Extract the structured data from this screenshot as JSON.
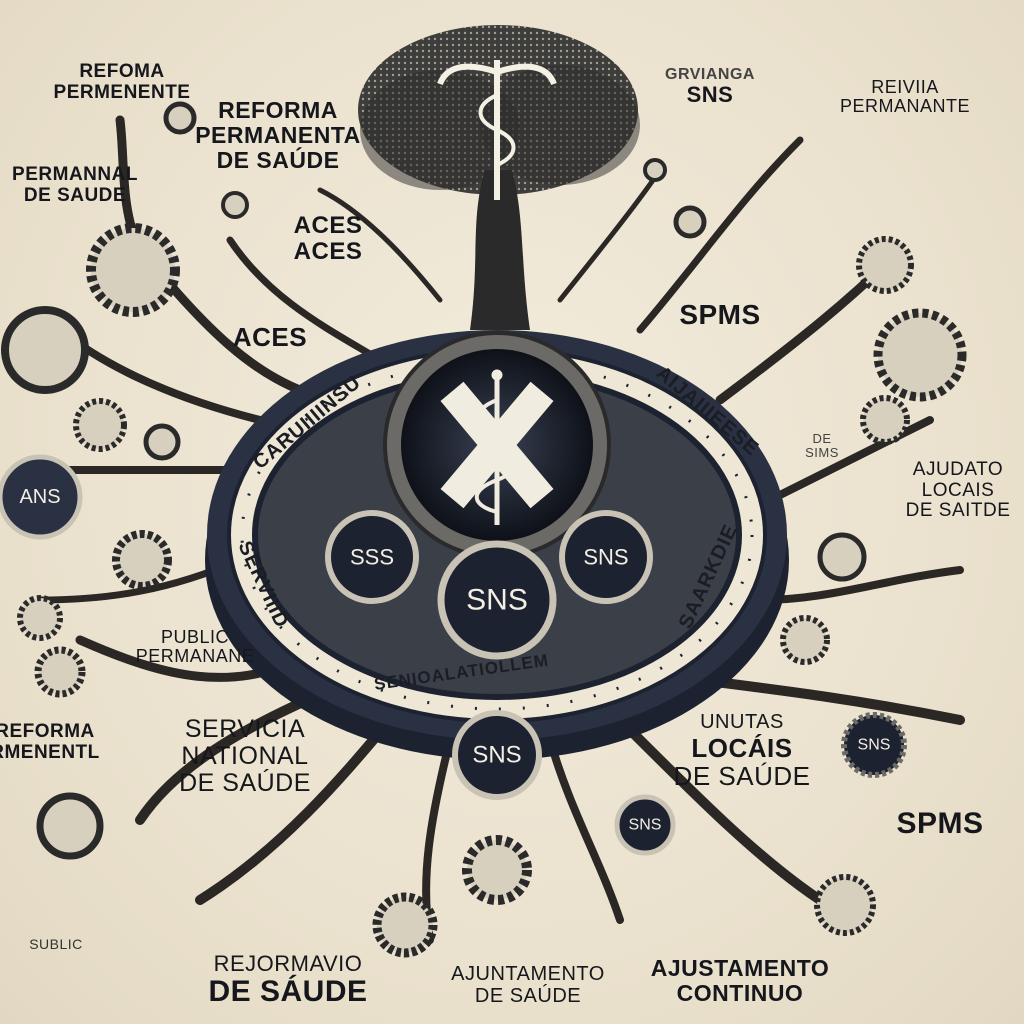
{
  "colors": {
    "background": "#eee6d4",
    "ink": "#15171c",
    "navy": "#1c2230",
    "cream": "#efe7d6"
  },
  "center_emblem": {
    "icon": "caduceus-icon",
    "cross_icon": "cross-icon"
  },
  "ring": {
    "top_left": "CARUIIIINSU",
    "top_right": "AIJAIIIEESE",
    "left": "SERVIIID",
    "right": "SAARKDIE",
    "bottom": "SENIOALATIOLLEM"
  },
  "badges": {
    "center": "SNS",
    "left": "SSS",
    "right": "SNS",
    "below": "SNS",
    "lower_right": "SNS",
    "far_right": "SNS"
  },
  "labels": {
    "refoma_permenente": [
      "REFOMA",
      "PERMENENTE"
    ],
    "reforma_permanenta": [
      "REFORMA",
      "PERMANENTA",
      "DE SAÚDE"
    ],
    "permannal": [
      "PERMANNAL",
      "DE SAUDE"
    ],
    "aces_pair": [
      "ACES",
      "ACES"
    ],
    "aces_single": "ACES",
    "grvianga_sns": [
      "GRVIANGA",
      "SNS"
    ],
    "reivina": [
      "REIVIIA",
      "PERMANANTE"
    ],
    "spms_top": "SPMS",
    "ans": "ANS",
    "de_sims": [
      "DE",
      "SIMS"
    ],
    "ajudato": [
      "AJUDATO",
      "LOCAIS",
      "DE SAITDE"
    ],
    "public_permanane": [
      "PUBLIC",
      "PERMANANE"
    ],
    "reforma_rmenentl": [
      "REFORMA",
      "RMENENTL"
    ],
    "servicia": [
      "SERVICIA",
      "NATIONAL",
      "DE SAÚDE"
    ],
    "unutas": [
      "UNUTAS",
      "LOCÁIS",
      "DE SAÚDE"
    ],
    "spms_bottom": "SPMS",
    "sublic": "SUBLIC",
    "rejormavio": [
      "REJORMAVIO",
      "DE SÁUDE"
    ],
    "ajuntamento": [
      "AJUNTAMENTO",
      "DE SAÚDE"
    ],
    "ajustamento": [
      "AJUSTAMENTO",
      "CONTINUO"
    ]
  }
}
